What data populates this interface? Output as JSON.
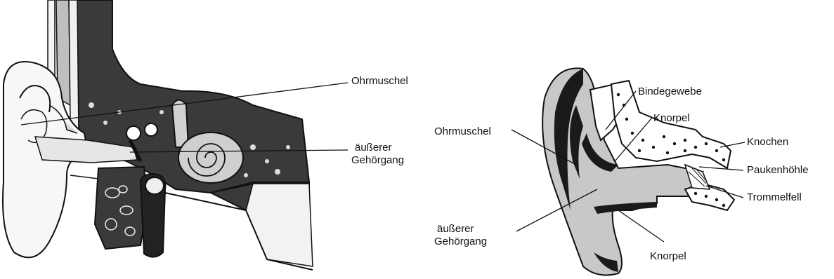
{
  "left_diagram": {
    "labels": {
      "ohrmuschel": "Ohrmuschel",
      "gehoergang_line1": "äußerer",
      "gehoergang_line2": "Gehörgang"
    }
  },
  "right_diagram": {
    "labels": {
      "bindegewebe": "Bindegewebe",
      "knorpel_top": "Knorpel",
      "ohrmuschel": "Ohrmuschel",
      "knochen": "Knochen",
      "paukenhoehle": "Paukenhöhle",
      "trommelfell": "Trommelfell",
      "gehoergang_line1": "äußerer",
      "gehoergang_line2": "Gehörgang",
      "knorpel_bottom": "Knorpel"
    }
  }
}
